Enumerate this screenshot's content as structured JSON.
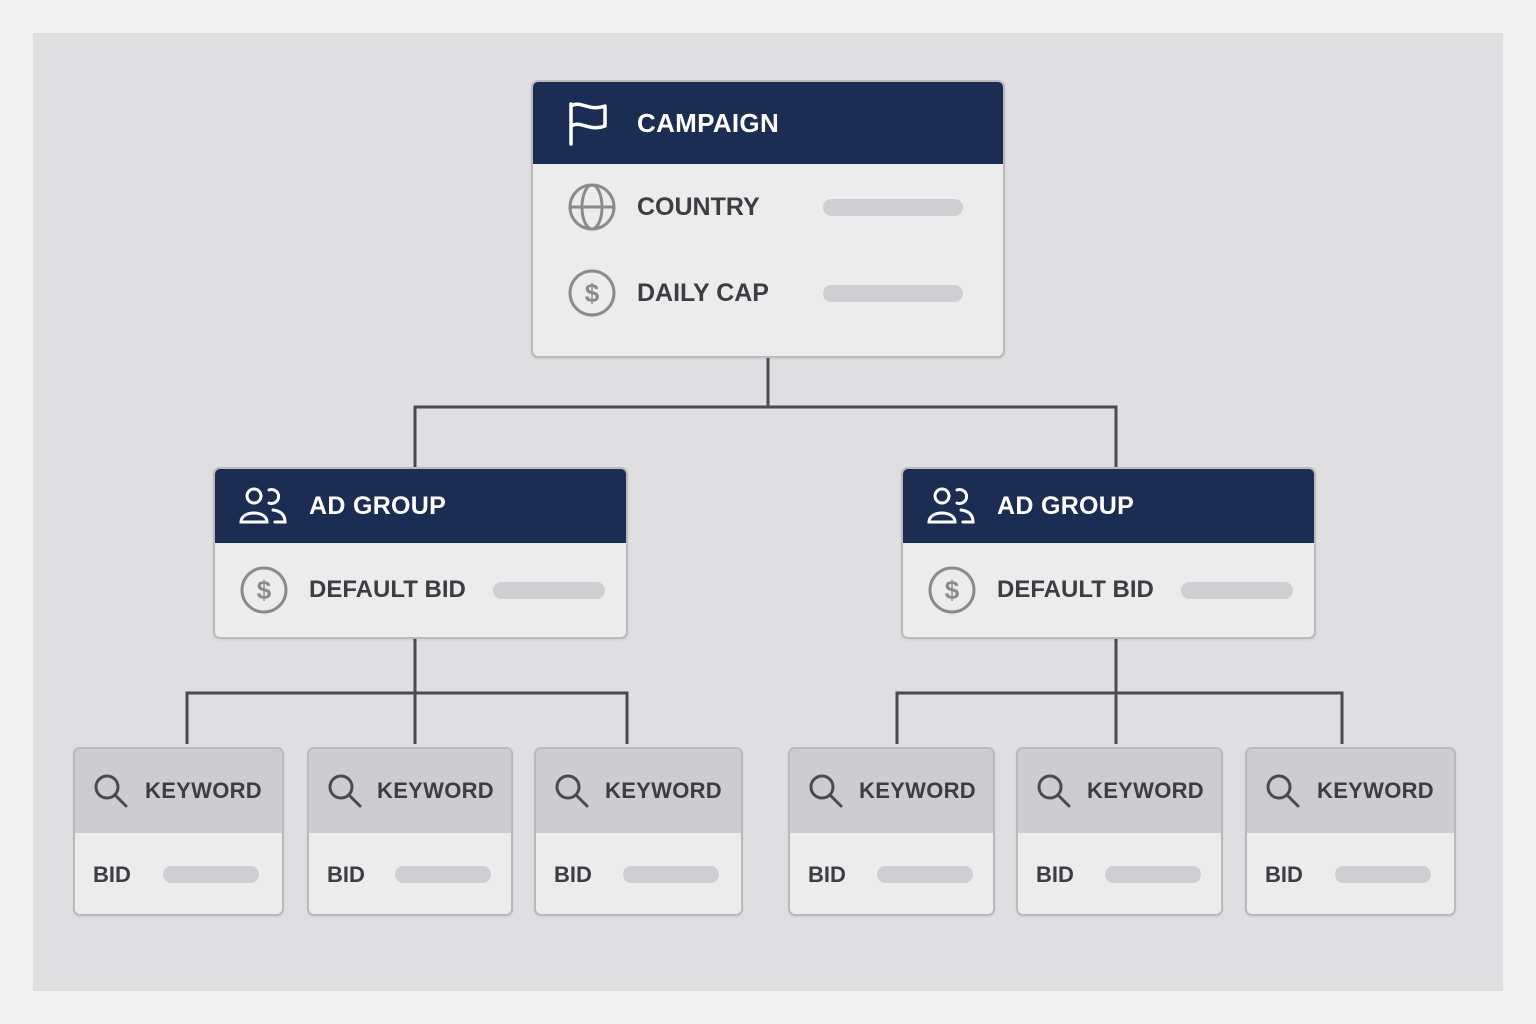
{
  "campaign": {
    "title": "CAMPAIGN",
    "icon": "flag-icon",
    "fields": [
      {
        "label": "COUNTRY",
        "icon": "globe-icon"
      },
      {
        "label": "DAILY CAP",
        "icon": "dollar-icon"
      }
    ]
  },
  "ad_groups": [
    {
      "title": "AD GROUP",
      "icon": "users-icon",
      "field_label": "DEFAULT BID",
      "field_icon": "dollar-icon"
    },
    {
      "title": "AD GROUP",
      "icon": "users-icon",
      "field_label": "DEFAULT BID",
      "field_icon": "dollar-icon"
    }
  ],
  "keywords": [
    {
      "title": "KEYWORD",
      "field_label": "BID"
    },
    {
      "title": "KEYWORD",
      "field_label": "BID"
    },
    {
      "title": "KEYWORD",
      "field_label": "BID"
    },
    {
      "title": "KEYWORD",
      "field_label": "BID"
    },
    {
      "title": "KEYWORD",
      "field_label": "BID"
    },
    {
      "title": "KEYWORD",
      "field_label": "BID"
    }
  ],
  "colors": {
    "header": "#1c2d54",
    "card": "#ececed",
    "keyword_header": "#cdcdd1",
    "connector": "#4a4a50",
    "background": "#dfdfe2"
  }
}
